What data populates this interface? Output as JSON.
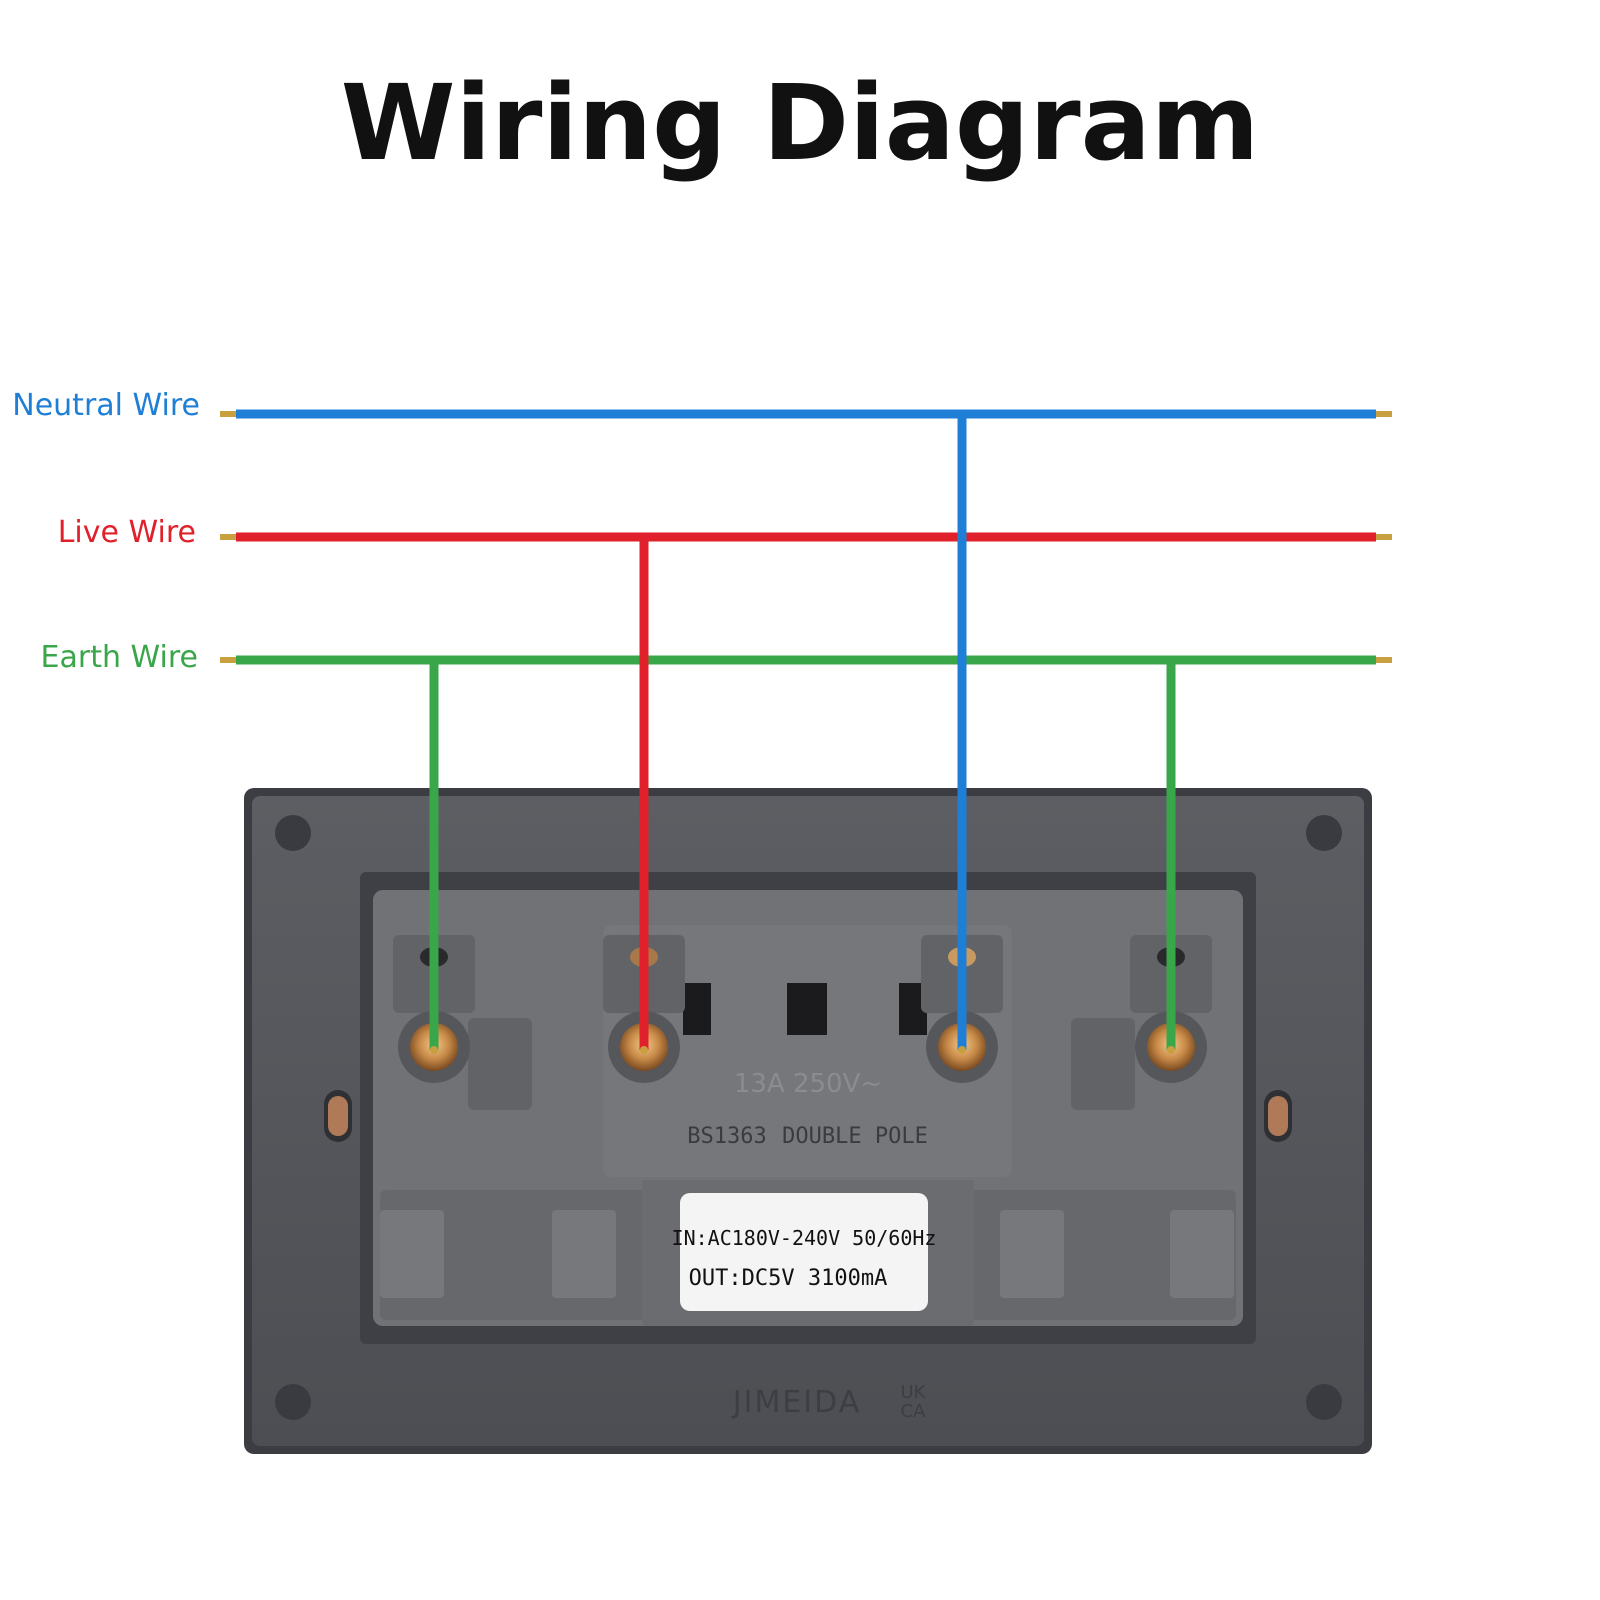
{
  "title": "Wiring Diagram",
  "wires": [
    {
      "label": "Neutral Wire",
      "color": "#1f7fd6"
    },
    {
      "label": "Live Wire",
      "color": "#e0202a"
    },
    {
      "label": "Earth Wire",
      "color": "#3aa64a"
    }
  ],
  "socket": {
    "rating": "13A  250V~",
    "standard": "BS1363",
    "pole": "DOUBLE POLE",
    "label_in": "IN:AC180V-240V 50/60Hz",
    "label_out": "OUT:DC5V 3100mA",
    "brand": "JIMEIDA",
    "mark_top": "UK",
    "mark_bottom": "CA",
    "plate_color": "#55575c",
    "body_color": "#6d6f73"
  }
}
